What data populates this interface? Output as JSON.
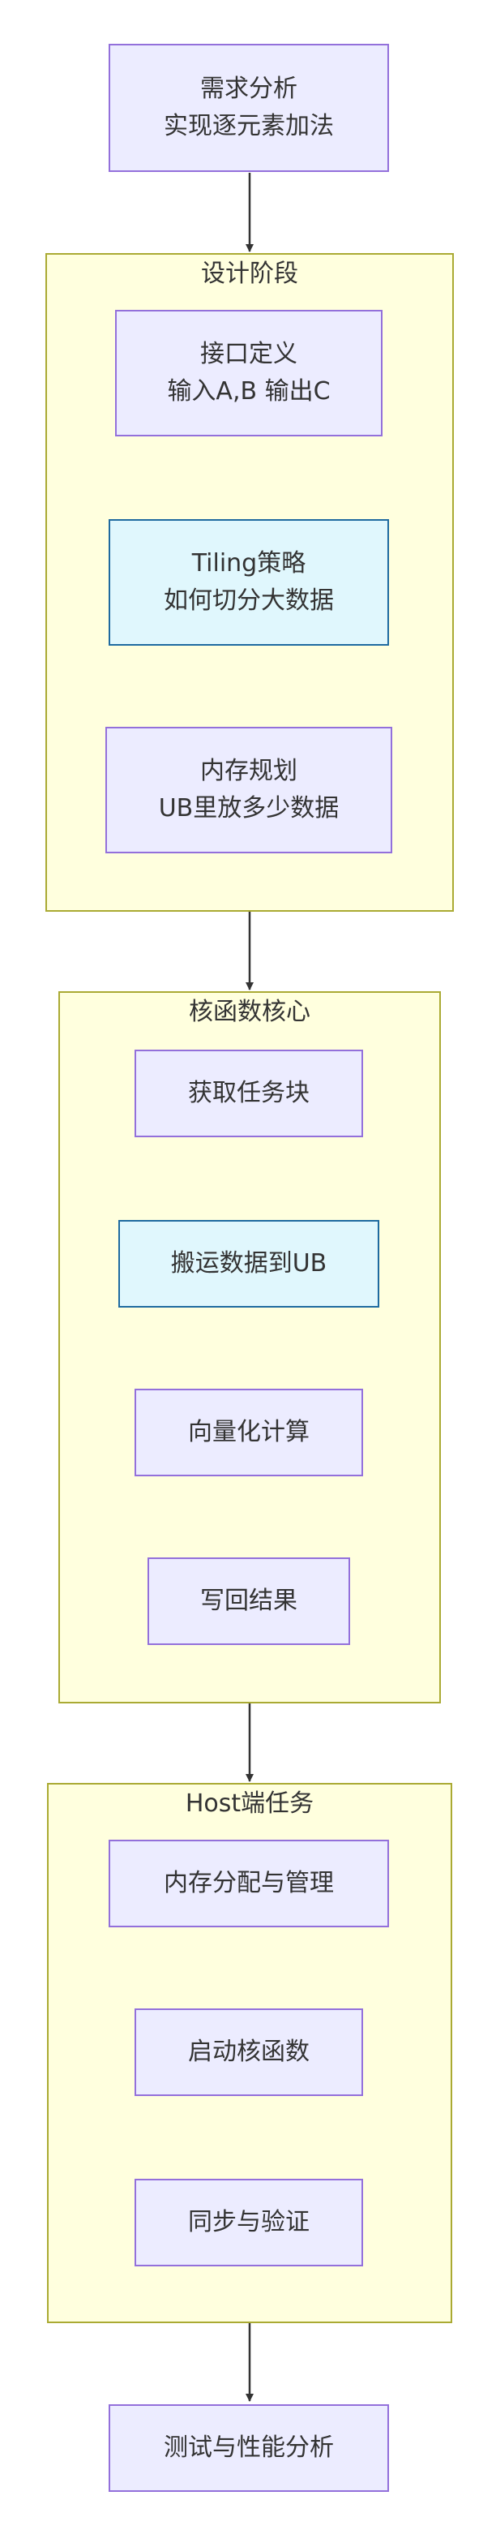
{
  "diagram": {
    "colors": {
      "node_fill": "#ececff",
      "node_stroke": "#9370db",
      "highlight_fill": "#e0f7fd",
      "highlight_stroke": "#1e6aa0",
      "group_fill": "#ffffde",
      "group_stroke": "#aaaa33",
      "edge": "#333333"
    },
    "start": {
      "line1": "需求分析",
      "line2": "实现逐元素加法"
    },
    "design": {
      "label": "设计阶段",
      "interface": {
        "line1": "接口定义",
        "line2": "输入A,B 输出C"
      },
      "tiling": {
        "line1": "Tiling策略",
        "line2": "如何切分大数据"
      },
      "memory": {
        "line1": "内存规划",
        "line2": "UB里放多少数据"
      }
    },
    "kernel": {
      "label": "核函数核心",
      "get_task": "获取任务块",
      "move_data": "搬运数据到UB",
      "vector_compute": "向量化计算",
      "write_back": "写回结果"
    },
    "host": {
      "label": "Host端任务",
      "mem_alloc": "内存分配与管理",
      "launch": "启动核函数",
      "sync": "同步与验证"
    },
    "end": {
      "label": "测试与性能分析"
    }
  }
}
